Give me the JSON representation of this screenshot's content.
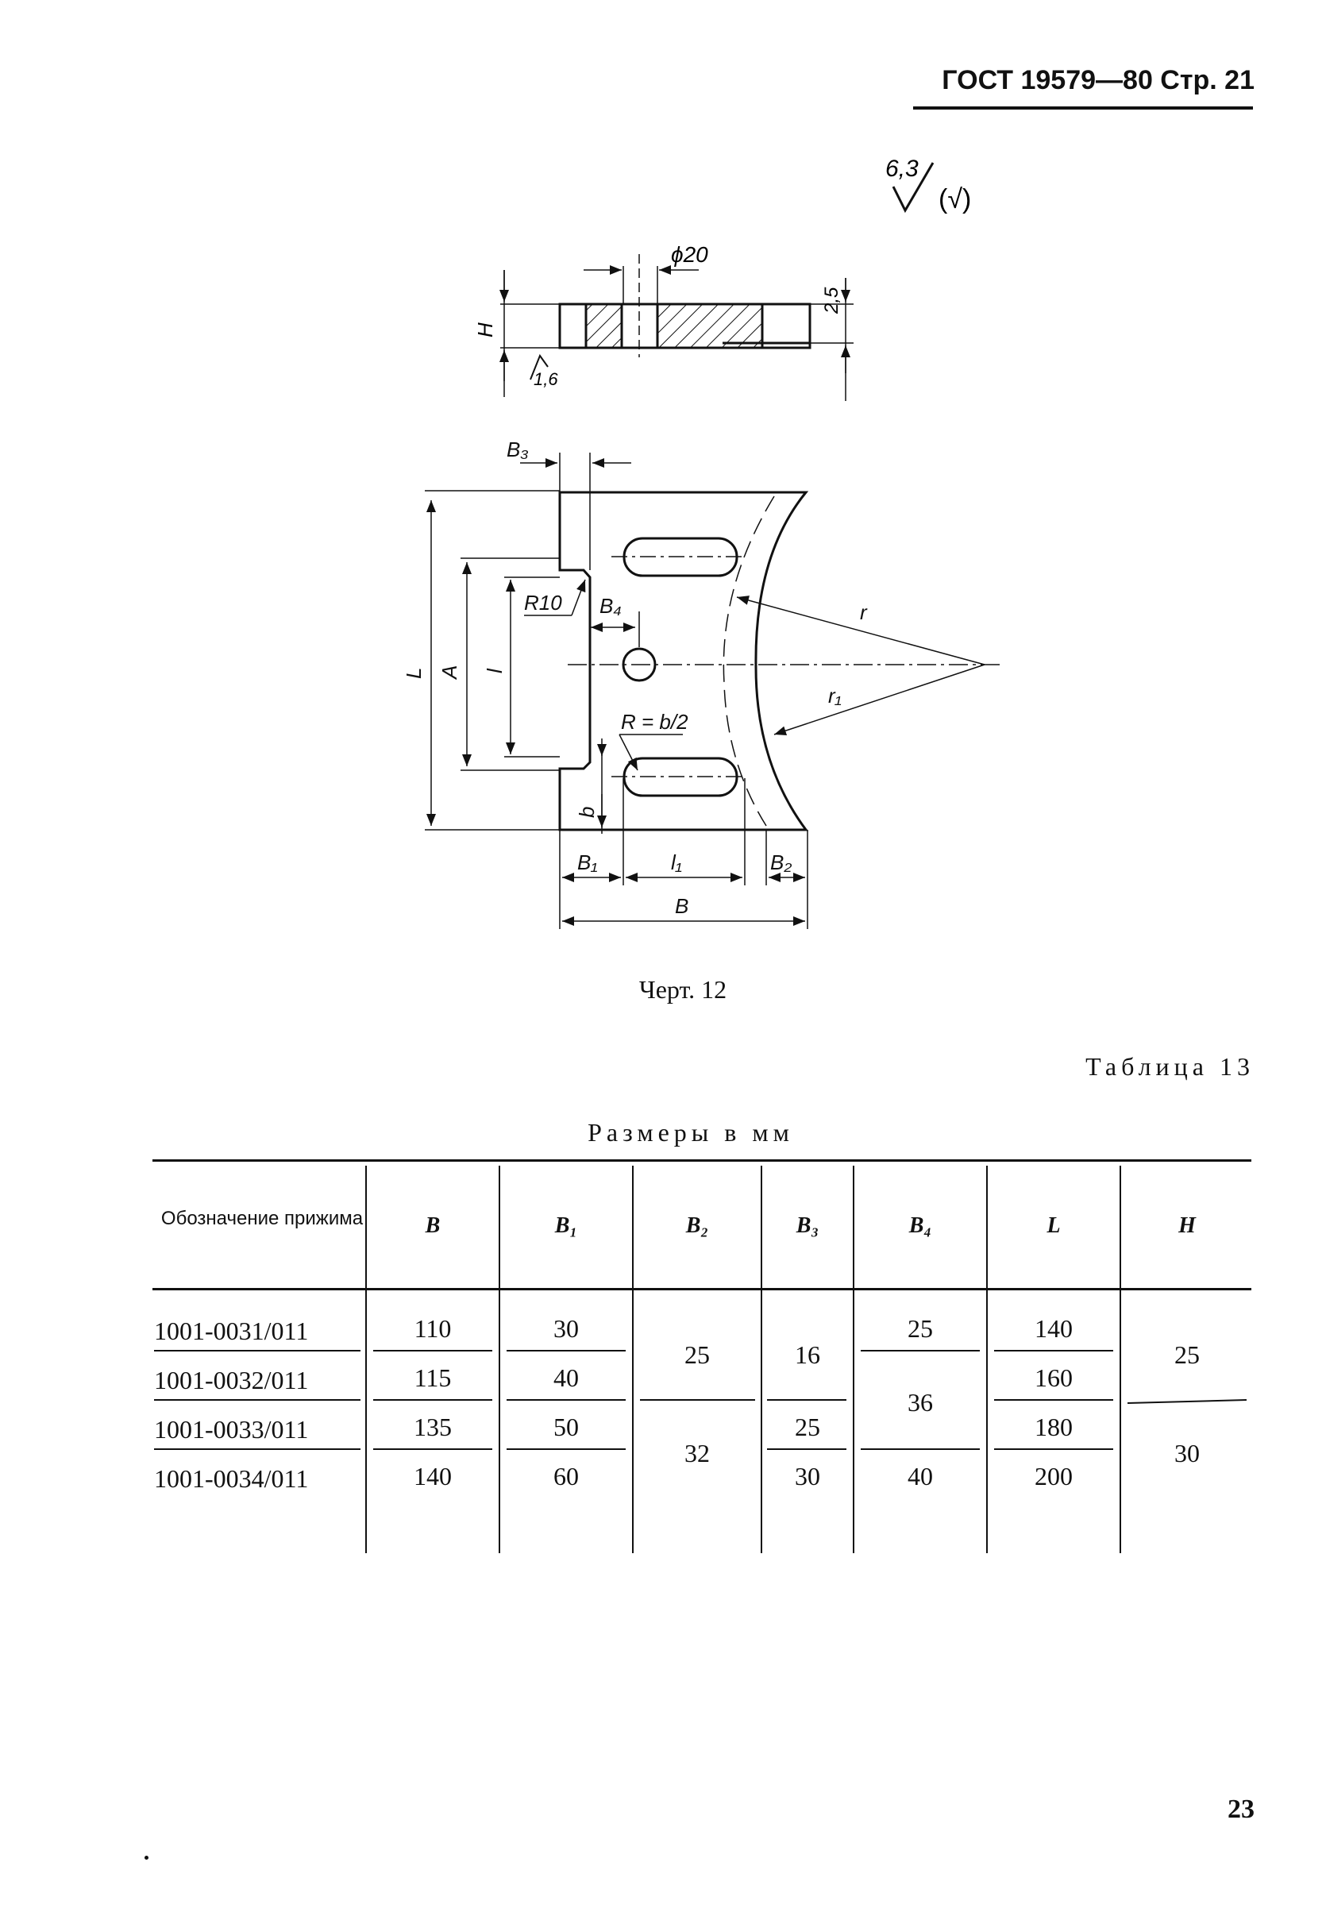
{
  "header": {
    "title": "ГОСТ 19579—80 Стр. 21"
  },
  "drawing": {
    "roughness_general": "6,3",
    "roughness_paren": "(√)",
    "roughness_local": "1,6",
    "dims": {
      "phi20": "ϕ20",
      "h25": "2,5",
      "H": "H",
      "B3": "B₃",
      "R10": "R10",
      "B4": "B₄",
      "L": "L",
      "A": "A",
      "l": "l",
      "Rb2": "R = b/2",
      "b": "b",
      "r": "r",
      "r1": "r₁",
      "B1": "B₁",
      "l1": "l₁",
      "B2": "B₂",
      "B": "B"
    }
  },
  "caption": "Черт. 12",
  "table": {
    "title": "Таблица 13",
    "units": "Размеры в мм",
    "headers": [
      "Обозначение прижима",
      "B",
      "B₁",
      "B₂",
      "B₃",
      "B₄",
      "L",
      "H"
    ],
    "rows": [
      {
        "designation": "1001-0031/011",
        "B": "110",
        "B1": "30",
        "L": "140"
      },
      {
        "designation": "1001-0032/011",
        "B": "115",
        "B1": "40",
        "L": "160"
      },
      {
        "designation": "1001-0033/011",
        "B": "135",
        "B1": "50",
        "L": "180"
      },
      {
        "designation": "1001-0034/011",
        "B": "140",
        "B1": "60",
        "L": "200"
      }
    ],
    "merged": {
      "B2_rows12": "25",
      "B2_rows34": "32",
      "B3_rows12": "16",
      "B3_row3": "25",
      "B3_row4": "30",
      "B4_row1": "25",
      "B4_rows23": "36",
      "B4_row4": "40",
      "H_rows12": "25",
      "H_rows34": "30"
    }
  },
  "page_number": "23"
}
